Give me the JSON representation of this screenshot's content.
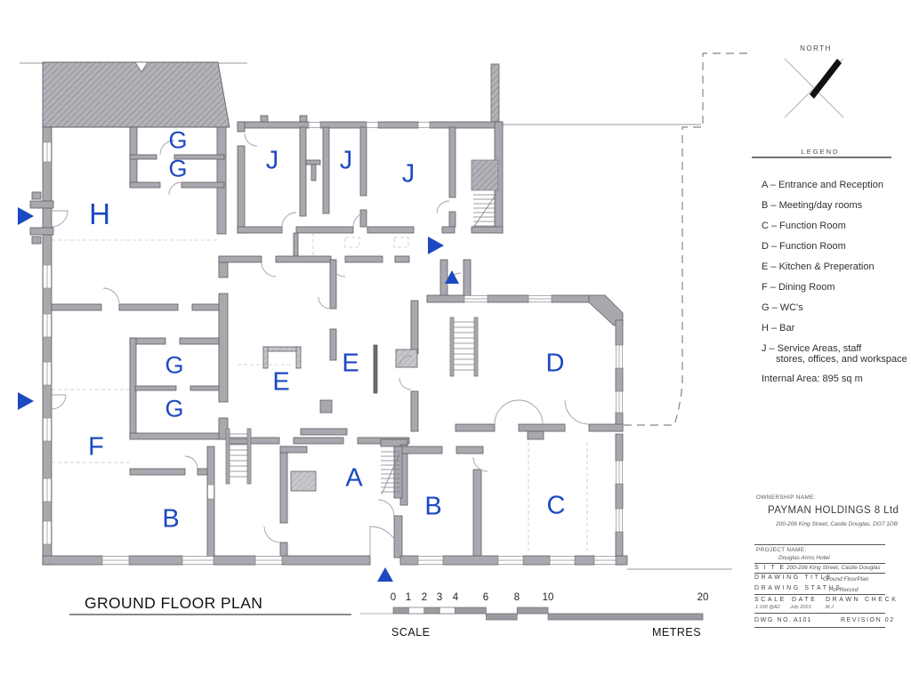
{
  "drawing": {
    "title": "GROUND FLOOR PLAN",
    "north_label": "NORTH",
    "scale_word": "SCALE",
    "metres_word": "METRES",
    "scale_ticks": [
      "0",
      "1",
      "2",
      "3",
      "4",
      "6",
      "8",
      "10",
      "20"
    ]
  },
  "plan": {
    "room_labels": [
      {
        "text": "G"
      },
      {
        "text": "G"
      },
      {
        "text": "H"
      },
      {
        "text": "J"
      },
      {
        "text": "J"
      },
      {
        "text": "J"
      },
      {
        "text": "G"
      },
      {
        "text": "G"
      },
      {
        "text": "E"
      },
      {
        "text": "E"
      },
      {
        "text": "D"
      },
      {
        "text": "F"
      },
      {
        "text": "A"
      },
      {
        "text": "B"
      },
      {
        "text": "B"
      },
      {
        "text": "C"
      }
    ]
  },
  "legend": {
    "heading": "LEGEND",
    "items": [
      "A – Entrance and Reception",
      "B – Meeting/day rooms",
      "C – Function Room",
      "D – Function Room",
      "E – Kitchen & Preperation",
      "F – Dining Room",
      "G – WC's",
      "H – Bar",
      "J – Service Areas, staff"
    ],
    "j_line2": "stores, offices, and workspace",
    "internal_area": "Internal Area: 895 sq m"
  },
  "title_block": {
    "ownership_label": "OWNERSHIP NAME:",
    "ownership_name": "PAYMAN HOLDINGS 8 Ltd",
    "ownership_address": "200-206 King Street, Castle Douglas, DG7 1DB",
    "project_label": "PROJECT NAME:",
    "project_name": "Douglas Arms Hotel",
    "site_label": "S I T E",
    "site_value": "200-206 King Street, Castle Douglas",
    "drawing_title_label": "DRAWING TITLE",
    "drawing_title_value": "Ground FloorPlan",
    "drawing_status_label": "DRAWING STATUS",
    "drawing_status_value": "For Record",
    "scale_label": "SCALE",
    "scale_value": "1:100 @A2",
    "date_label": "DATE",
    "date_value": "July 2023",
    "drawn_label": "DRAWN",
    "drawn_value": "M.J",
    "check_label": "CHECK",
    "dwg_label": "DWG  NO.",
    "dwg_value": "A101",
    "revision": "REVISION 02"
  },
  "colors": {
    "label_blue": "#1b49c2",
    "wall_gray": "#a8a8ae",
    "wall_outline": "#5d5d64"
  }
}
